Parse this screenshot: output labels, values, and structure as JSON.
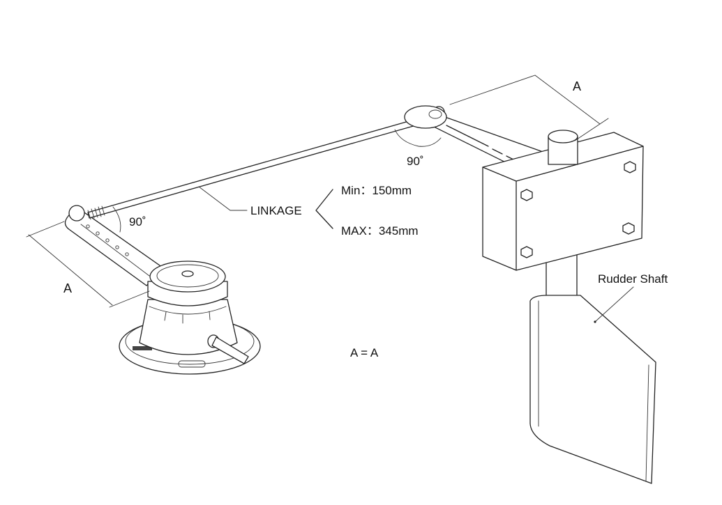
{
  "labels": {
    "dim_a_left": "A",
    "dim_a_right": "A",
    "angle_left": "90˚",
    "angle_right": "90˚",
    "linkage": "LINKAGE",
    "min_length": "Min：150mm",
    "max_length": "MAX：345mm",
    "rudder_shaft": "Rudder Shaft",
    "equation": "A = A"
  },
  "colors": {
    "line": "#222222",
    "background": "#ffffff"
  }
}
